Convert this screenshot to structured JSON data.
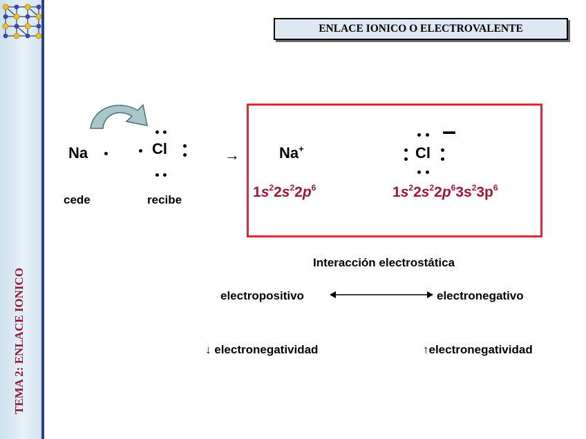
{
  "sidebar": {
    "title": "TEMA 2: ENLACE IONICO",
    "logo_icon": "crystal-lattice-icon"
  },
  "header": {
    "title": "ENLACE IONICO O ELECTROVALENTE"
  },
  "left": {
    "na": "Na",
    "cl": "Cl",
    "cede": "cede",
    "recibe": "recibe",
    "transfer_icon": "curved-arrow-icon",
    "reaction_arrow": "→"
  },
  "box": {
    "na_ion": "Na",
    "na_charge": "+",
    "cl_ion": "Cl",
    "cl_charge": "–",
    "na_config": [
      "1",
      "s",
      "2",
      "2",
      "s",
      "2",
      "2",
      "p",
      "6"
    ],
    "cl_config": [
      "1",
      "s",
      "2",
      "2",
      "s",
      "2",
      "2",
      "p",
      "6",
      "3s",
      "2",
      "3p",
      "6"
    ]
  },
  "interaction": {
    "title": "Interacción electrostática",
    "left": "electropositivo",
    "right": "electronegativo",
    "arrow": "double-headed-arrow-icon"
  },
  "trends": {
    "down_symbol": "↓",
    "down_label": "electronegatividad",
    "up_symbol": "↑",
    "up_label": "electronegatividad"
  },
  "colors": {
    "accent": "#a0162f",
    "box_border": "#e3262f",
    "sidebar_border": "#2b3f8e"
  }
}
